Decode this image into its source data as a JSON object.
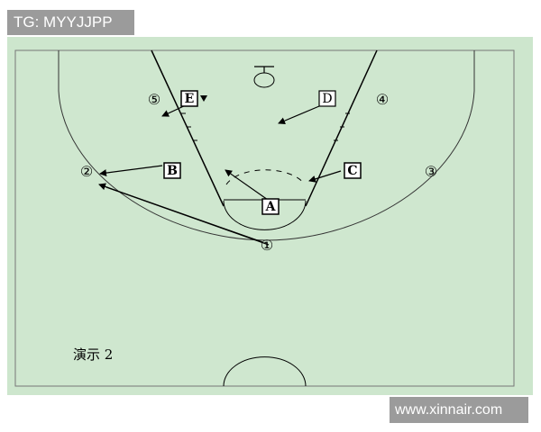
{
  "watermark_top": "TG: MYYJJPP",
  "watermark_bottom": "www.xinnair.com",
  "caption": "演示 2",
  "players_defense": {
    "A": "A",
    "B": "B",
    "C": "C",
    "D": "D",
    "E": "E"
  },
  "players_offense": {
    "p1": "①",
    "p2": "②",
    "p3": "③",
    "p4": "④",
    "p5": "⑤"
  },
  "colors": {
    "court": "#cfe7cf",
    "outer": "#cde6cd",
    "line": "#000000"
  }
}
